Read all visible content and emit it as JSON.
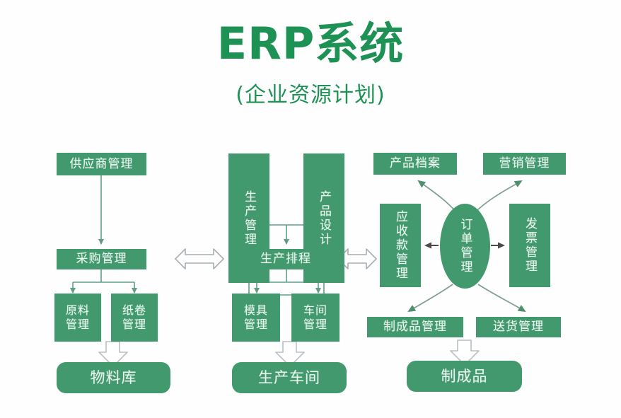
{
  "header": {
    "title": "ERP系统",
    "subtitle": "(企业资源计划)",
    "accent_color": "#1d9254"
  },
  "theme": {
    "node_fill": "#42996e",
    "node_text": "#eaf7ef",
    "connector_color": "#5f9e85",
    "hollow_arrow_stroke": "#9aa0a6",
    "background": "#fefefe"
  },
  "diagram": {
    "type": "flowchart",
    "columns": [
      {
        "name": "procurement",
        "nodes": [
          {
            "id": "supplier-management",
            "label": "供应商管理"
          },
          {
            "id": "purchase-management",
            "label": "采购管理"
          },
          {
            "id": "raw-material-management",
            "label": "原料\n管理"
          },
          {
            "id": "paper-roll-management",
            "label": "纸卷\n管理"
          },
          {
            "id": "material-warehouse",
            "label": "物料库"
          }
        ]
      },
      {
        "name": "production",
        "nodes": [
          {
            "id": "production-management",
            "label": "生产管理"
          },
          {
            "id": "product-design",
            "label": "产品设计"
          },
          {
            "id": "production-scheduling",
            "label": "生产排程"
          },
          {
            "id": "mold-management",
            "label": "模具\n管理"
          },
          {
            "id": "workshop-management",
            "label": "车间\n管理"
          },
          {
            "id": "production-workshop",
            "label": "生产车间"
          }
        ]
      },
      {
        "name": "sales",
        "nodes": [
          {
            "id": "product-archive",
            "label": "产品档案"
          },
          {
            "id": "marketing-management",
            "label": "营销管理"
          },
          {
            "id": "receivables-management",
            "label": "应收款管理"
          },
          {
            "id": "order-management",
            "label": "订单管理"
          },
          {
            "id": "invoice-management",
            "label": "发票管理"
          },
          {
            "id": "finished-goods-management",
            "label": "制成品管理"
          },
          {
            "id": "delivery-management",
            "label": "送货管理"
          },
          {
            "id": "finished-goods",
            "label": "制成品"
          }
        ]
      }
    ],
    "connectors": [
      {
        "from": "supplier-management",
        "to": "purchase-management",
        "style": "line-arrow"
      },
      {
        "from": "purchase-management",
        "to": "raw-material-management",
        "style": "line-arrow"
      },
      {
        "from": "purchase-management",
        "to": "paper-roll-management",
        "style": "line-arrow"
      },
      {
        "from": "raw-material-management",
        "to": "material-warehouse",
        "style": "block-arrow"
      },
      {
        "from": "production-management",
        "to": "production-scheduling",
        "style": "line-arrow"
      },
      {
        "from": "product-design",
        "to": "production-scheduling",
        "style": "line-arrow"
      },
      {
        "from": "production-scheduling",
        "to": "mold-management",
        "style": "line-arrow"
      },
      {
        "from": "production-scheduling",
        "to": "workshop-management",
        "style": "line-arrow"
      },
      {
        "from": "mold-management",
        "to": "production-workshop",
        "style": "block-arrow"
      },
      {
        "from": "purchase-management",
        "to": "production-scheduling",
        "style": "hollow-double-arrow"
      },
      {
        "from": "production-scheduling",
        "to": "receivables-management",
        "style": "hollow-double-arrow"
      },
      {
        "from": "order-management",
        "to": "receivables-management",
        "style": "double-arrow"
      },
      {
        "from": "order-management",
        "to": "invoice-management",
        "style": "double-arrow"
      },
      {
        "from": "order-management",
        "to": "product-archive",
        "style": "curved-arrow"
      },
      {
        "from": "order-management",
        "to": "marketing-management",
        "style": "curved-arrow"
      },
      {
        "from": "order-management",
        "to": "finished-goods-management",
        "style": "curved-arrow"
      },
      {
        "from": "order-management",
        "to": "delivery-management",
        "style": "curved-arrow"
      },
      {
        "from": "finished-goods-management",
        "to": "finished-goods",
        "style": "block-arrow"
      }
    ]
  }
}
